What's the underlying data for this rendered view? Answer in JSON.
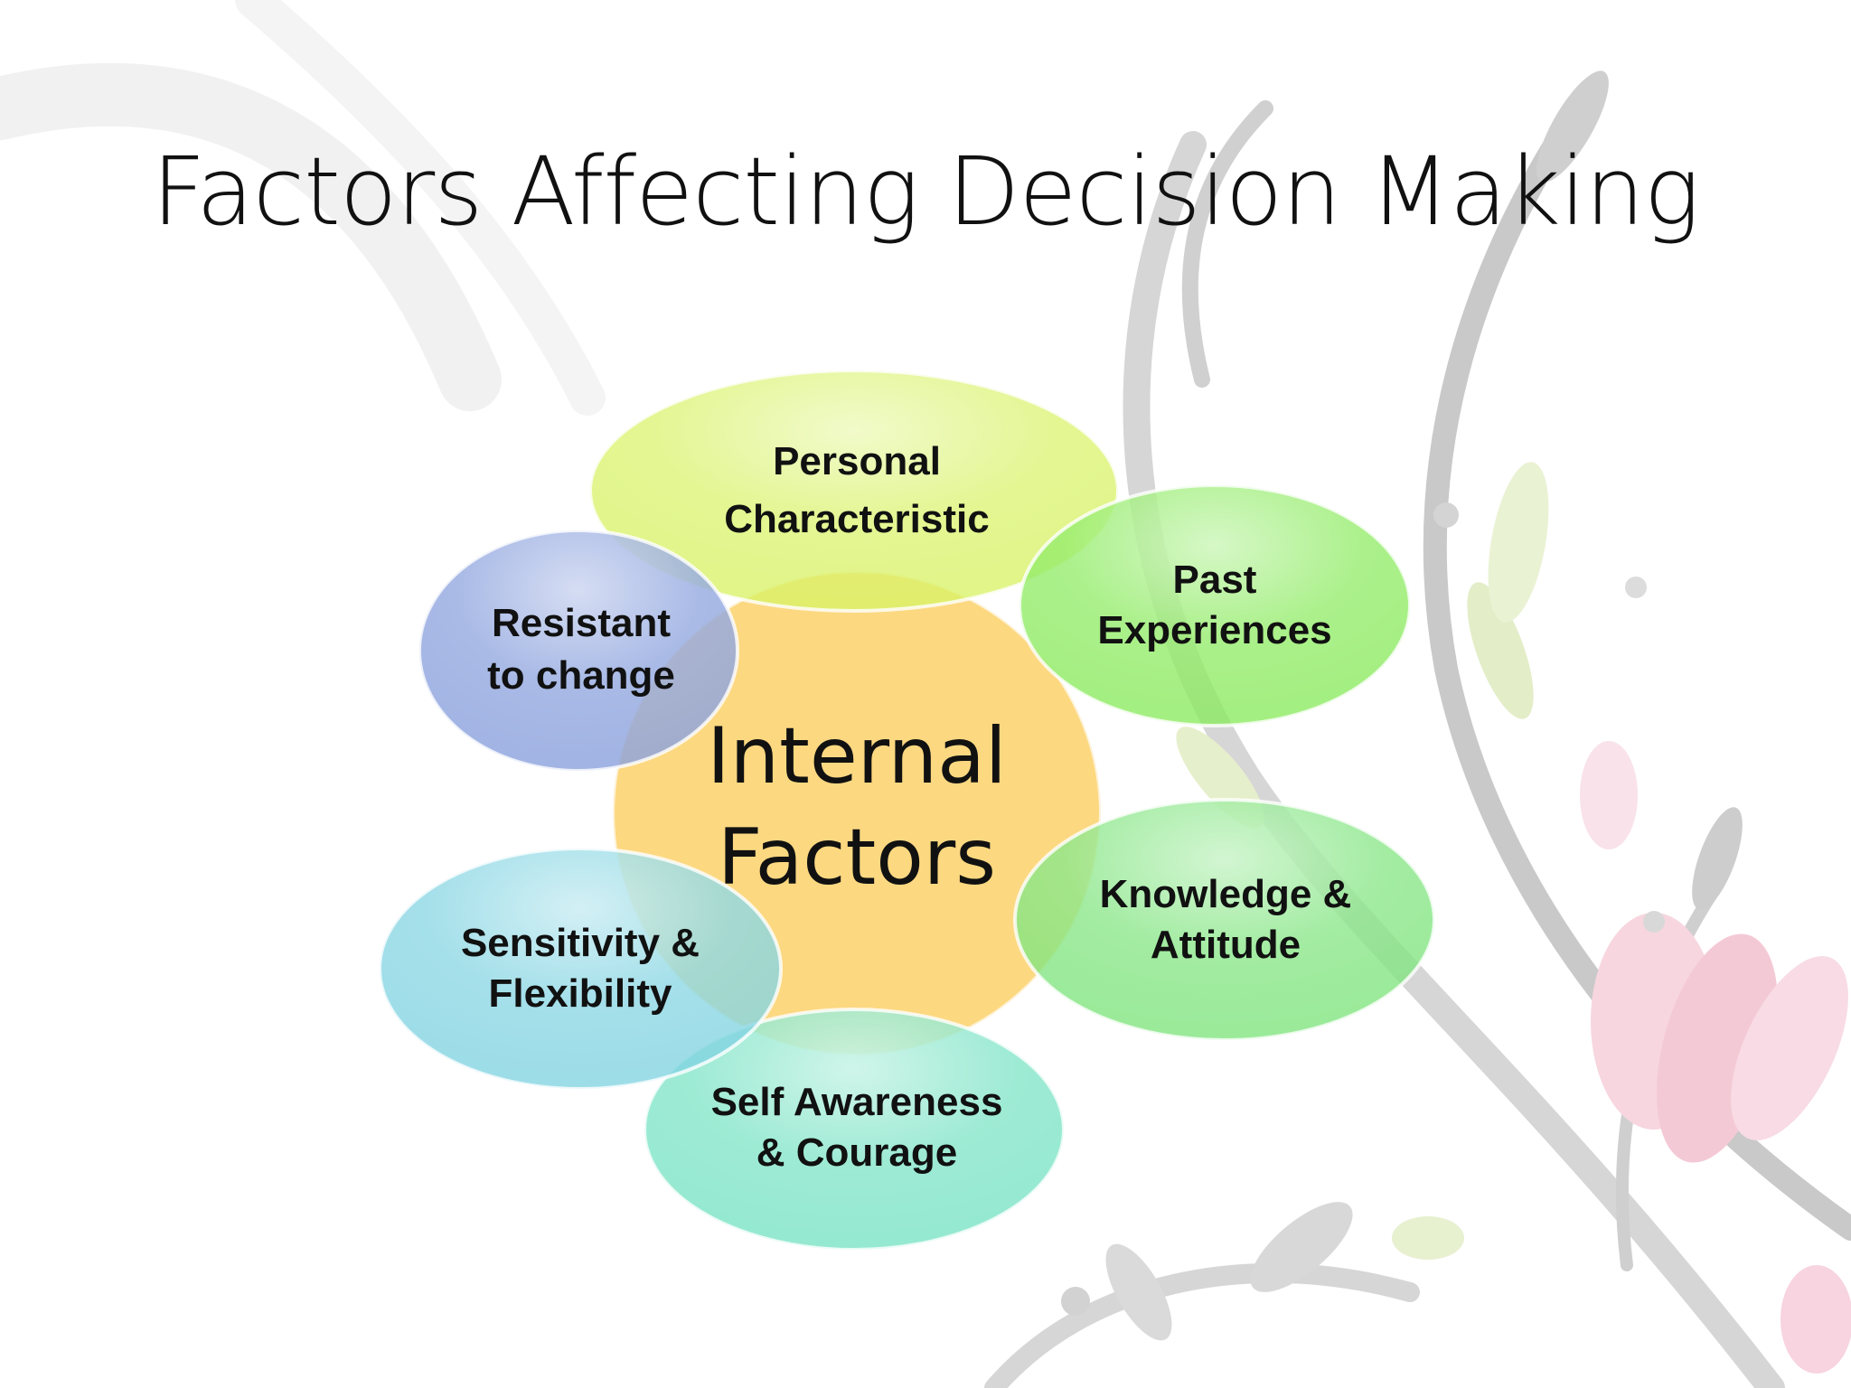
{
  "slide": {
    "title": "Factors Affecting Decision Making"
  },
  "diagram": {
    "center": {
      "lines": [
        "Internal",
        "Factors"
      ],
      "color": "#FCD16B"
    },
    "petals": [
      {
        "id": "personal-characteristic",
        "lines": [
          "Personal",
          "Characteristic"
        ],
        "color": "#D8F268"
      },
      {
        "id": "past-experiences",
        "lines": [
          "Past",
          "Experiences"
        ],
        "color": "#8BEA5E"
      },
      {
        "id": "knowledge-attitude",
        "lines": [
          "Knowledge &",
          "Attitude"
        ],
        "color": "#7FE47E"
      },
      {
        "id": "self-awareness-courage",
        "lines": [
          "Self Awareness",
          "& Courage"
        ],
        "color": "#79E3C4"
      },
      {
        "id": "sensitivity-flexibility",
        "lines": [
          "Sensitivity &",
          "Flexibility"
        ],
        "color": "#82D3E1"
      },
      {
        "id": "resistant-to-change",
        "lines": [
          "Resistant",
          "to change"
        ],
        "color": "#8EA3DE"
      }
    ]
  }
}
